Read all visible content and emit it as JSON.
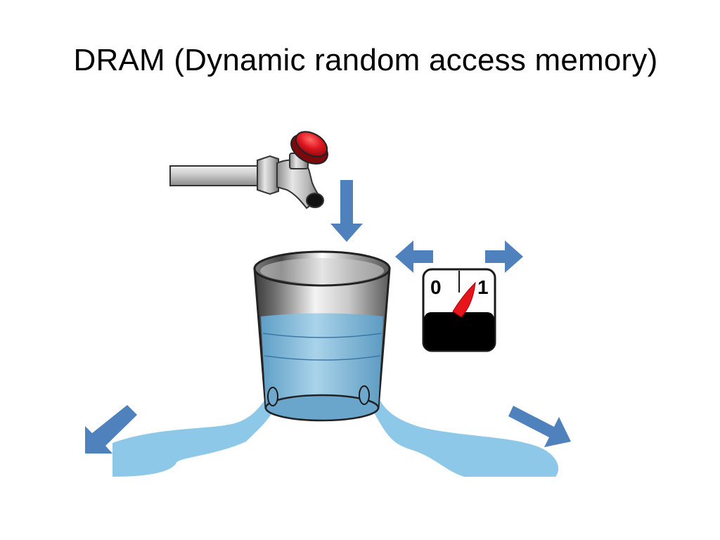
{
  "slide": {
    "title": "DRAM (Dynamic random access memory)"
  },
  "meter": {
    "label_low": "0",
    "label_high": "1"
  },
  "colors": {
    "arrow": "#4f81bd",
    "water": "#97c9e3",
    "puddle": "#8ec8e8",
    "needle": "#e8141c",
    "valve_handle": "#d8141c",
    "meter_fill": "#000000"
  },
  "icons": [
    "faucet-icon",
    "water-cup-icon",
    "meter-gauge-icon",
    "water-puddle-icon",
    "arrow-down-icon",
    "arrow-left-icon",
    "arrow-right-icon",
    "arrow-down-left-icon",
    "arrow-down-right-icon"
  ]
}
